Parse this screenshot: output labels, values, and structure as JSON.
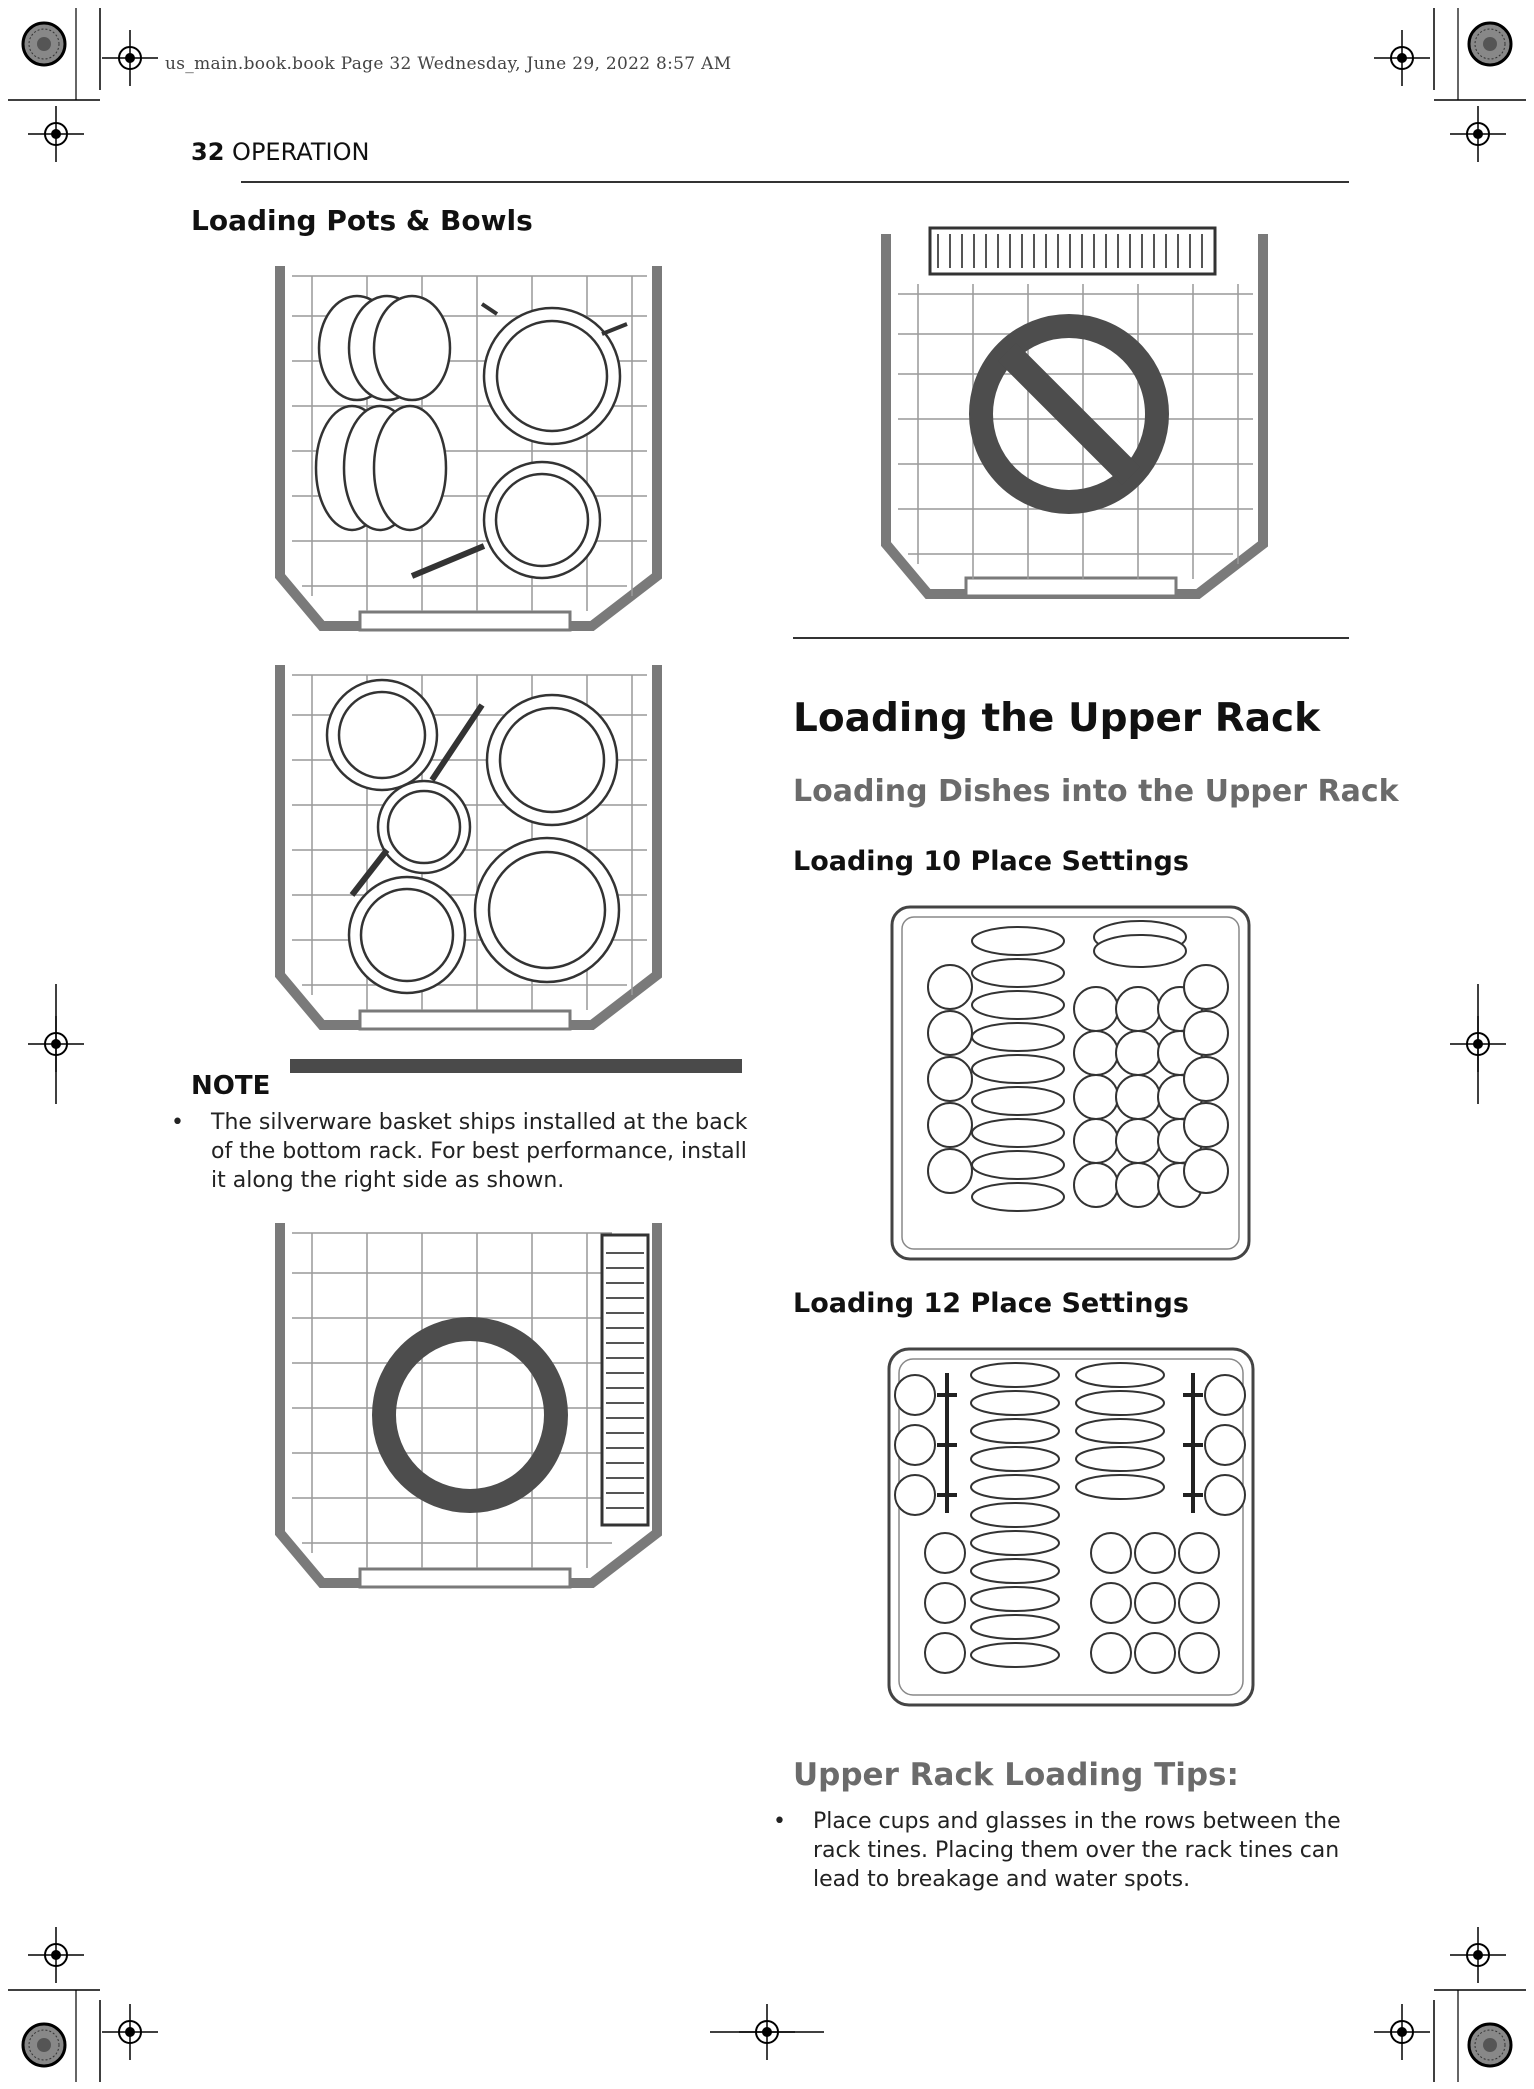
{
  "printer_line": "us_main.book.book  Page 32  Wednesday, June 29, 2022  8:57 AM",
  "header": {
    "page_number": "32",
    "section": "OPERATION"
  },
  "left_column": {
    "heading": "Loading Pots & Bowls",
    "note": {
      "title": "NOTE",
      "bullet": "•",
      "text": "The silverware basket ships installed at the back of the bottom rack. For best performance, install it along the right side as shown."
    }
  },
  "right_column": {
    "main_heading": "Loading the Upper Rack",
    "subheading": "Loading Dishes into the Upper Rack",
    "heading_10": "Loading 10 Place Settings",
    "heading_12": "Loading 12 Place Settings",
    "tips_heading": "Upper Rack Loading Tips:",
    "tips_bullet": "•",
    "tips_text": "Place cups and glasses in the rows between the rack tines. Placing them over the rack tines can lead to breakage and water spots."
  },
  "colors": {
    "text": "#111111",
    "subheading_gray": "#6b6b6b",
    "rack_frame": "#7a7a7a",
    "symbol": "#4d4d4d"
  },
  "icons": [
    "registration-mark-icon",
    "prohibited-icon",
    "approved-circle-icon"
  ]
}
